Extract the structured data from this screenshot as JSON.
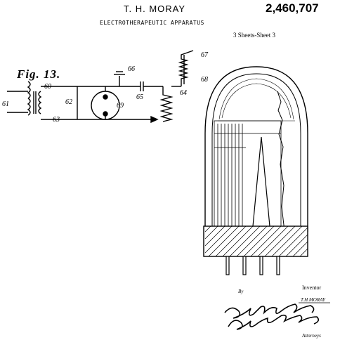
{
  "header": {
    "inventor_name": "T. H. MORAY",
    "patent_number": "2,460,707",
    "title": "ELECTROTHERAPEUTIC APPARATUS",
    "sheet_info": "3 Sheets-Sheet 3"
  },
  "figure": {
    "label": "Fig. 13.",
    "refs": {
      "r60": "60",
      "r61": "61",
      "r62": "62",
      "r63": "63",
      "r64": "64",
      "r65": "65",
      "r66": "66",
      "r67": "67",
      "r68": "68",
      "r69": "69"
    }
  },
  "footer": {
    "inventor_caption": "Inventor",
    "inventor_signature": "T.H.MORAY",
    "by_label": "By",
    "attorneys_caption": "Attorneys"
  }
}
